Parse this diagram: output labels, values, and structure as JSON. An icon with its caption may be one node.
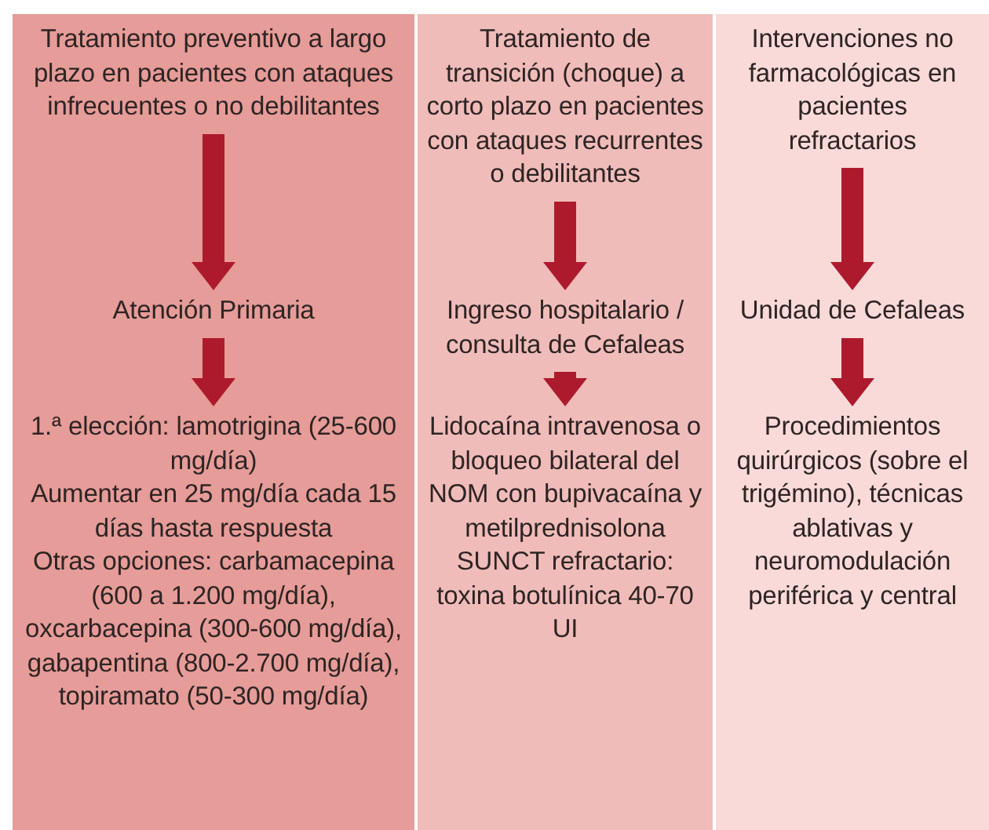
{
  "diagram": {
    "nodes": [
      {
        "text": [],
        "shape": "box"
      },
      {
        "text": [
          "Tratamiento preventivo a largo plazo en pacientes con ataques infrecuentes o no debilitantes"
        ],
        "in": 0
      },
      {
        "text": [
          "Atención Primaria"
        ],
        "in": 0
      },
      {
        "text": [
          "1.ª elección: lamotrigina (25-600 mg/día)",
          "Aumentar en 25 mg/día cada 15 días hasta respuesta",
          "Otras opciones: carbamacepina (600 a 1.200 mg/día), oxcarbacepina (300-600 mg/día), gabapentina (800-2.700 mg/día), topiramato (50-300 mg/día)"
        ],
        "in": 0
      },
      {
        "text": [],
        "shape": "box"
      },
      {
        "text": [
          "Tratamiento de transición (choque) a corto plazo en pacientes con ataques recurrentes o debilitantes"
        ],
        "in": 4
      },
      {
        "text": [
          "Ingreso hospitalario / consulta de Cefaleas"
        ],
        "in": 4
      },
      {
        "text": [
          "Lidocaína intravenosa o bloqueo bilateral del NOM con bupivacaína y metilprednisolona",
          "SUNCT refractario: toxina botulínica 40-70 UI"
        ],
        "in": 4
      },
      {
        "text": [],
        "shape": "box"
      },
      {
        "text": [
          "Intervenciones no farmacológicas en pacientes refractarios"
        ],
        "in": 8
      },
      {
        "text": [
          "Unidad de Cefaleas"
        ],
        "in": 8
      },
      {
        "text": [
          "Procedimientos quirúrgicos (sobre el trigémino), técnicas ablativas y neuromodulación periférica y central"
        ],
        "in": 8
      }
    ],
    "edges": [
      {
        "from": 1,
        "to": 2,
        "arrow": "to"
      },
      {
        "from": 2,
        "to": 3,
        "arrow": "to"
      },
      {
        "from": 5,
        "to": 6,
        "arrow": "to"
      },
      {
        "from": 6,
        "to": 7,
        "arrow": "to"
      },
      {
        "from": 9,
        "to": 10,
        "arrow": "to"
      },
      {
        "from": 10,
        "to": 11,
        "arrow": "to"
      }
    ]
  }
}
